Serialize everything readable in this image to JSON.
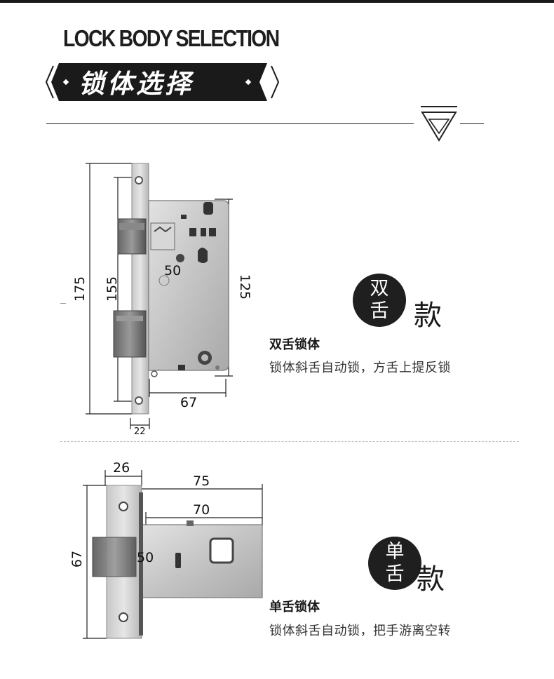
{
  "header": {
    "title_en": "LOCK BODY SELECTION",
    "title_cn": "锁体选择"
  },
  "products": [
    {
      "badge_top": "双",
      "badge_bottom": "舌",
      "badge_suffix": "款",
      "name": "双舌锁体",
      "description": "锁体斜舌自动锁，方舌上提反锁",
      "dimensions": {
        "total_height": "175",
        "hole_spacing": "155",
        "body_height": "125",
        "backset": "50",
        "body_width": "67",
        "faceplate_width": "22"
      }
    },
    {
      "badge_top": "单",
      "badge_bottom": "舌",
      "badge_suffix": "款",
      "name": "单舌锁体",
      "description": "锁体斜舌自动锁，把手游离空转",
      "dimensions": {
        "faceplate_width": "26",
        "overall_length": "75",
        "body_length": "70",
        "faceplate_height": "67",
        "backset": "50"
      }
    }
  ],
  "colors": {
    "accent_dark": "#1f1f1f",
    "metal": "#c9c9c9"
  }
}
